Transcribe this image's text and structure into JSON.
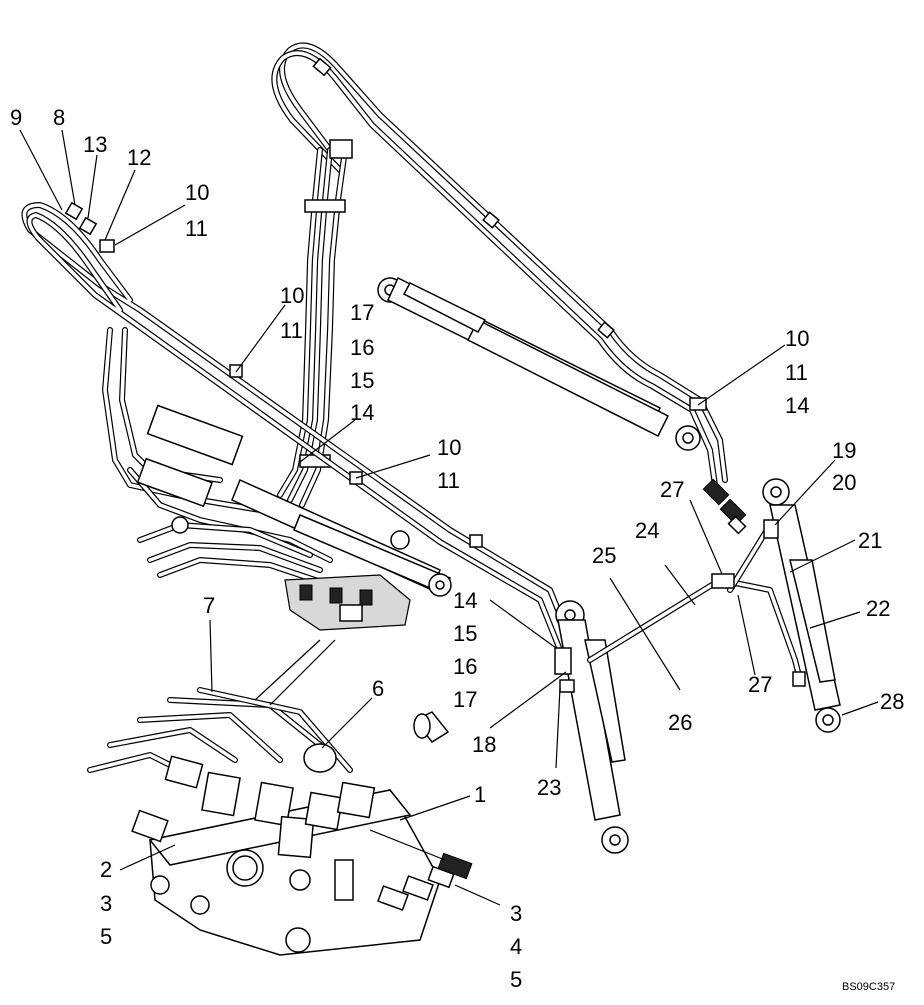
{
  "diagram": {
    "callouts": {
      "c9": "9",
      "c8": "8",
      "c13": "13",
      "c12": "12",
      "c10a": "10",
      "c11a": "11",
      "c10b": "10",
      "c11b": "11",
      "c17a": "17",
      "c16a": "16",
      "c15a": "15",
      "c14a": "14",
      "c10c": "10",
      "c11c": "11",
      "c10d": "10",
      "c11d": "11",
      "c14b": "14",
      "c19": "19",
      "c20": "20",
      "c27a": "27",
      "c24": "24",
      "c25": "25",
      "c21": "21",
      "c22": "22",
      "c14c": "14",
      "c15b": "15",
      "c16b": "16",
      "c17b": "17",
      "c18": "18",
      "c26": "26",
      "c27b": "27",
      "c28": "28",
      "c23": "23",
      "c7": "7",
      "c6": "6",
      "c1": "1",
      "c2": "2",
      "c3a": "3",
      "c5a": "5",
      "c3b": "3",
      "c4": "4",
      "c5b": "5"
    },
    "drawing_code": "BS09C357"
  }
}
